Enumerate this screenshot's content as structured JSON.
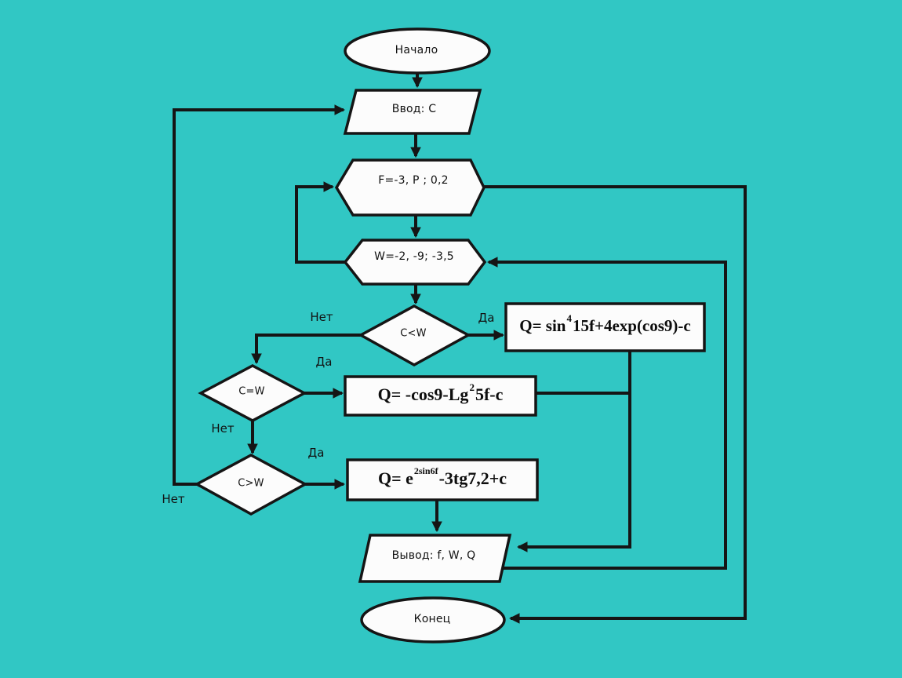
{
  "colors": {
    "background": "#31c7c4",
    "shape_fill": "#fcfcfc",
    "line": "#151515",
    "text": "#121212"
  },
  "nodes": {
    "start": {
      "label": "Начало"
    },
    "input": {
      "label": "Ввод: C"
    },
    "loop_f": {
      "label": "F=-3, P ; 0,2"
    },
    "loop_w": {
      "label": "W=-2, -9; -3,5"
    },
    "dec1": {
      "label": "C<W"
    },
    "dec2": {
      "label": "C=W"
    },
    "dec3": {
      "label": "C>W"
    },
    "calc1": {
      "pre": "Q= sin",
      "sup": "4",
      "post": "15f+4exp(cos9)-c"
    },
    "calc2": {
      "pre": "Q= -cos9-Lg",
      "sup": "2",
      "post": "5f-c"
    },
    "calc3": {
      "pre": "Q= e",
      "sup": "2sin6f",
      "post": "-3tg7,2+c"
    },
    "output": {
      "label": "Вывод: f, W, Q"
    },
    "end": {
      "label": "Конец"
    }
  },
  "branch_labels": {
    "dec1_no": "Нет",
    "dec1_yes": "Да",
    "dec2_yes": "Да",
    "dec2_no": "Нет",
    "dec3_yes": "Да",
    "dec3_no": "Нет"
  }
}
